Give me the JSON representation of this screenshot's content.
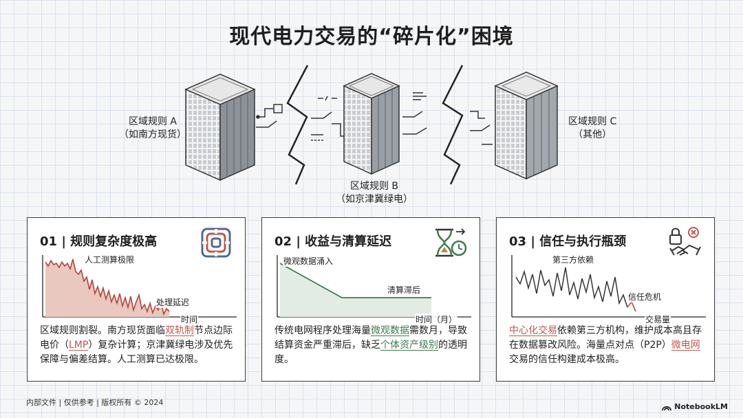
{
  "title": "现代电力交易的“碎片化”困境",
  "regions": {
    "a": {
      "name": "区域规则 A",
      "detail": "（如南方现货）"
    },
    "b": {
      "name": "区域规则 B",
      "detail": "（如京津冀绿电）"
    },
    "c": {
      "name": "区域规则 C",
      "detail": "（其他）"
    }
  },
  "cards": [
    {
      "title": "01 | 规则复杂度极高",
      "icon": "maze-icon",
      "chart_labels": {
        "peak": "人工测算极限",
        "end": "处理延迟",
        "x_axis": "时间"
      },
      "desc_parts": [
        "区域规则割裂。南方现货面临",
        "双轨制",
        "节点边际电价（",
        "LMP",
        "）复杂计算；京津冀绿电涉及优先保障与偏差结算。人工测算已达极限。"
      ],
      "accent": "#c0564b"
    },
    {
      "title": "02 | 收益与清算延迟",
      "icon": "hourglass-clock-icon",
      "chart_labels": {
        "start": "微观数据涌入",
        "end": "清算滞后",
        "x_axis": "时间（月）"
      },
      "desc_parts": [
        "传统电网程序处理海量",
        "微观数据",
        "需数月，导致结算资金严重滞后，缺乏",
        "个体资产级别",
        "的透明度。"
      ],
      "accent": "#3d7a4d"
    },
    {
      "title": "03 | 信任与执行瓶颈",
      "icon": "broken-handshake-icon",
      "chart_labels": {
        "peak": "第三方依赖",
        "end": "信任危机",
        "x_axis": "交易量"
      },
      "desc_parts": [
        "中心化交易",
        "依赖第三方机构，维护成本高且存在数据篡改风险。海量点对点（P2P）",
        "微电网",
        "交易的信任构建成本极高。"
      ],
      "accent": "#c0564b"
    }
  ],
  "footer": "内部文件 | 仅供参考 | 版权所有 © 2024",
  "logo": "NotebookLM"
}
